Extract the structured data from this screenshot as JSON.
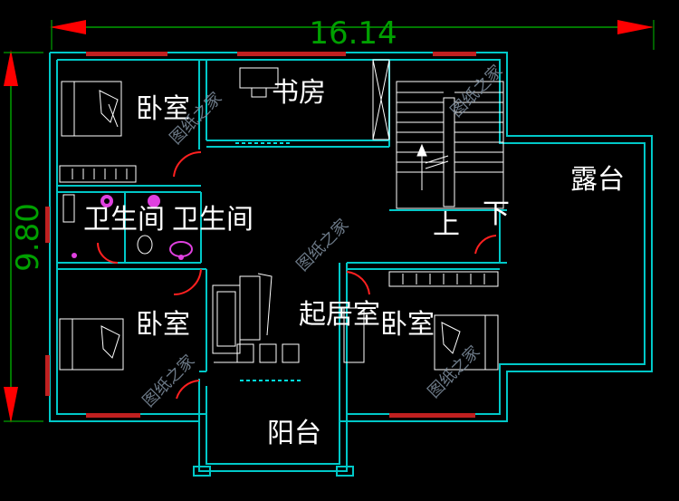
{
  "dimensions": {
    "width_label": "16.14",
    "height_label": "9.80"
  },
  "rooms": {
    "bedroom_nw": "卧室",
    "study": "书房",
    "terrace": "露台",
    "bath_1": "卫生间",
    "bath_2": "卫生间",
    "stair_up": "上",
    "stair_down": "下",
    "living": "起居室",
    "bedroom_sw": "卧室",
    "bedroom_se": "卧室",
    "balcony": "阳台"
  },
  "watermark": "图纸之家",
  "colors": {
    "background": "#000000",
    "wall": "#00c8c8",
    "dimension": "#00a000",
    "arrow": "#ff0000",
    "window": "#c02020",
    "door": "#ff2020",
    "fixture": "#e040e0",
    "label": "#ffffff"
  }
}
